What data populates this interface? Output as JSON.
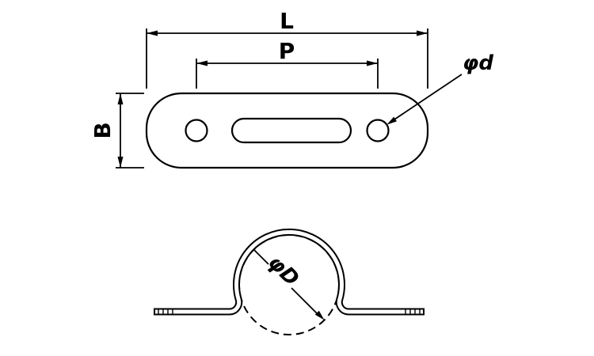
{
  "page": {
    "background": "#ffffff",
    "line_color": "#000000"
  },
  "drawing": {
    "labels": {
      "overall_length": "L",
      "hole_pitch": "P",
      "band_width": "B",
      "hole_diameter": "φd",
      "pipe_diameter": "φD"
    }
  }
}
